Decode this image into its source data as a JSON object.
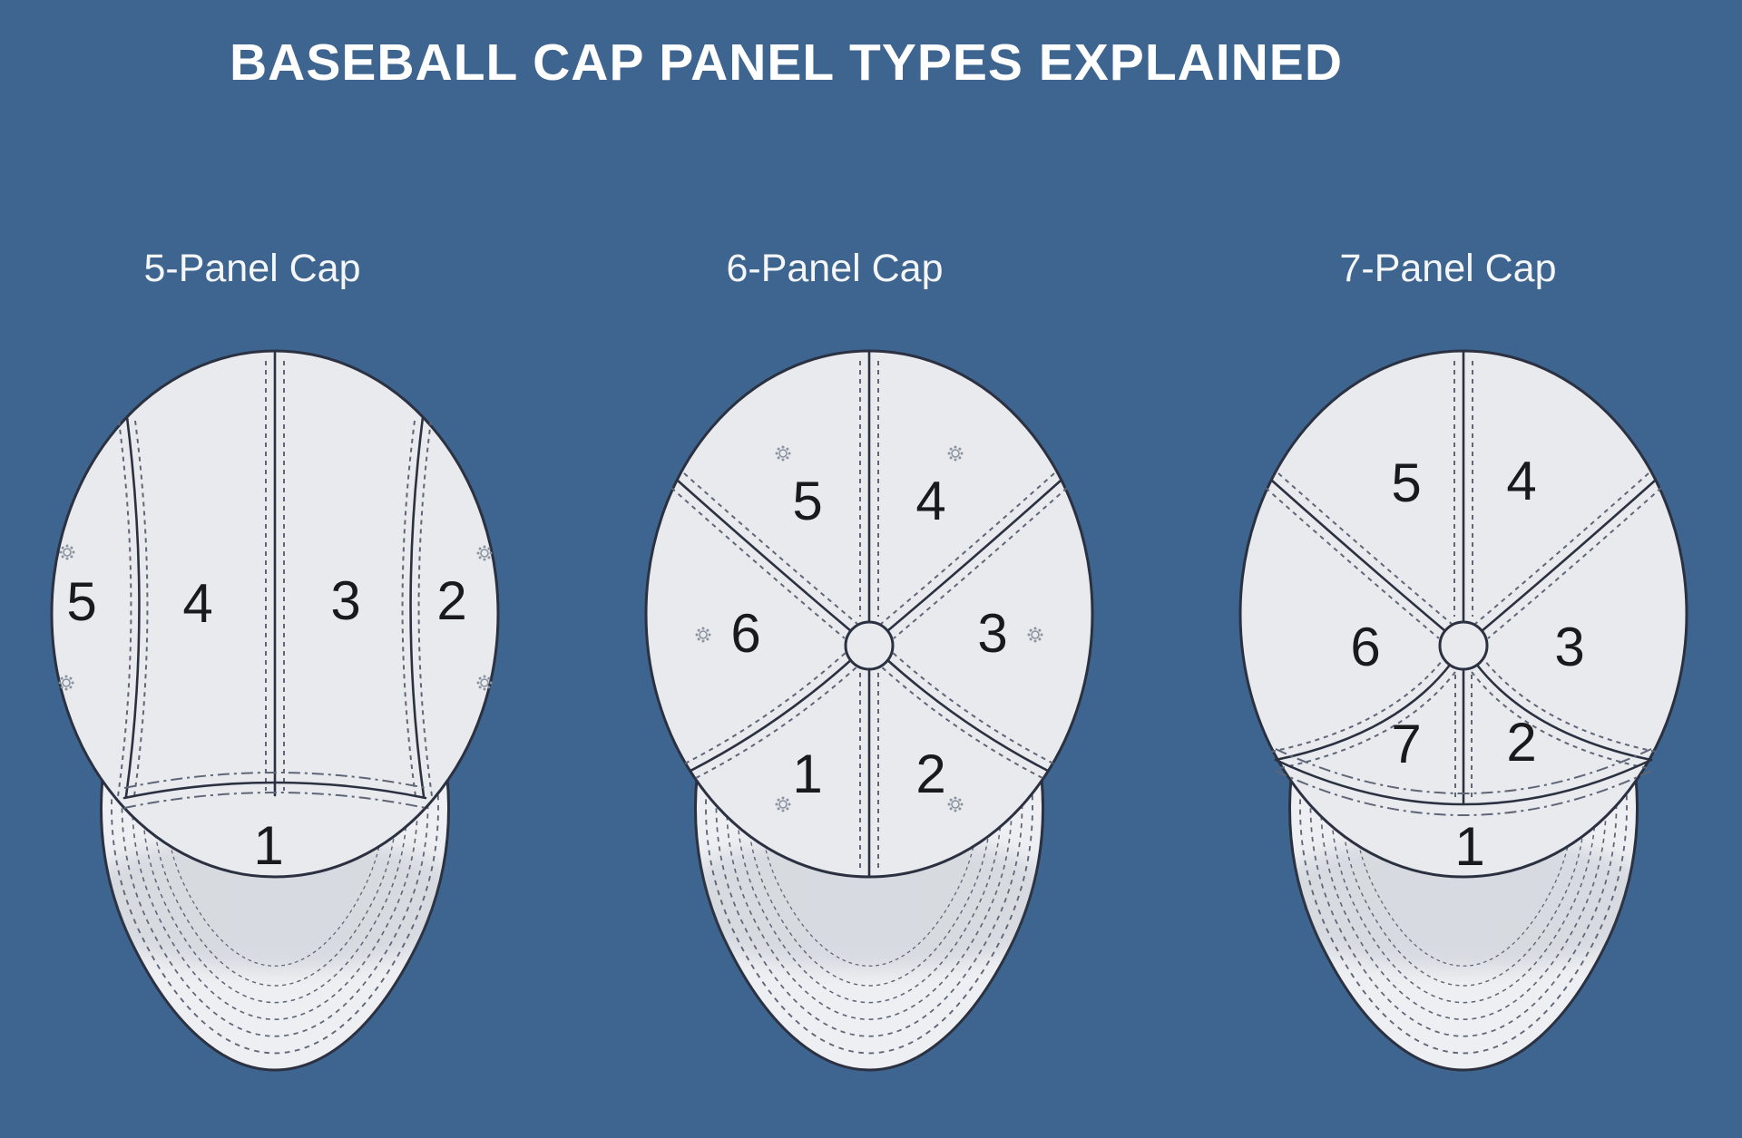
{
  "title": "BASEBALL CAP PANEL TYPES EXPLAINED",
  "colors": {
    "background": "#3e6590",
    "cap_fill": "#e8eaed",
    "brim_fill": "#edeff2",
    "outline": "#2b3140",
    "stitch": "#5e6677",
    "number": "#1a1a1e",
    "text": "#ffffff",
    "eyelet": "#8a92a0"
  },
  "icons": {
    "eyelet": "ventilation-eyelet-flower"
  },
  "caps": [
    {
      "label": "5-Panel Cap",
      "numbers": [
        "5",
        "4",
        "3",
        "2",
        "1"
      ]
    },
    {
      "label": "6-Panel Cap",
      "numbers": [
        "5",
        "4",
        "6",
        "3",
        "1",
        "2"
      ]
    },
    {
      "label": "7-Panel Cap",
      "numbers": [
        "5",
        "4",
        "6",
        "3",
        "7",
        "2",
        "1"
      ]
    }
  ]
}
